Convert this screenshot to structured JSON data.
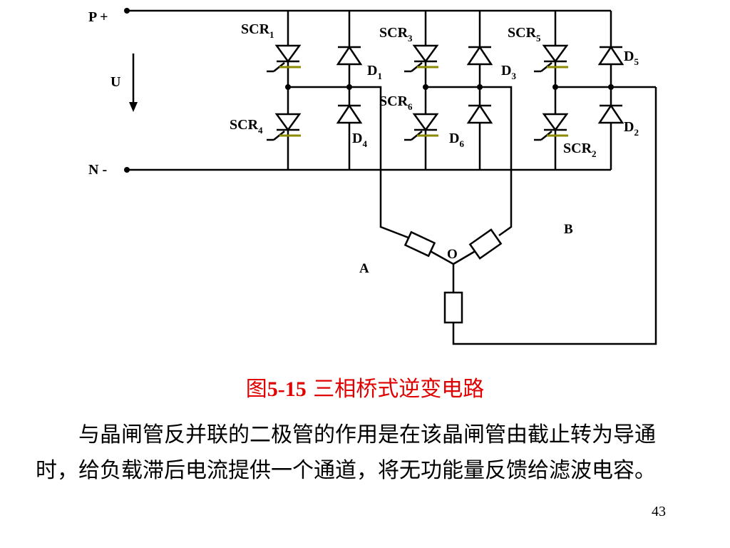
{
  "circuit": {
    "bus_p": "P +",
    "bus_n": "N -",
    "voltage": "U",
    "node_o": "O",
    "phase_a": "A",
    "phase_b": "B",
    "thyristors": [
      {
        "base": "SCR",
        "sub": "1"
      },
      {
        "base": "SCR",
        "sub": "3"
      },
      {
        "base": "SCR",
        "sub": "5"
      },
      {
        "base": "SCR",
        "sub": "4"
      },
      {
        "base": "SCR",
        "sub": "6"
      },
      {
        "base": "SCR",
        "sub": "2"
      }
    ],
    "diodes": [
      {
        "base": "D",
        "sub": "1"
      },
      {
        "base": "D",
        "sub": "3"
      },
      {
        "base": "D",
        "sub": "5"
      },
      {
        "base": "D",
        "sub": "4"
      },
      {
        "base": "D",
        "sub": "6"
      },
      {
        "base": "D",
        "sub": "2"
      }
    ]
  },
  "caption": {
    "prefix": "图",
    "number": "5-15",
    "title": " 三相桥式逆变电路"
  },
  "paragraph": "与晶闸管反并联的二极管的作用是在该晶闸管由截止转为导通时，给负载滞后电流提供一个通道，将无功能量反馈给滤波电容。",
  "page_number": "43",
  "colors": {
    "gate_bar": "#8b8b00",
    "caption": "#e00000"
  }
}
